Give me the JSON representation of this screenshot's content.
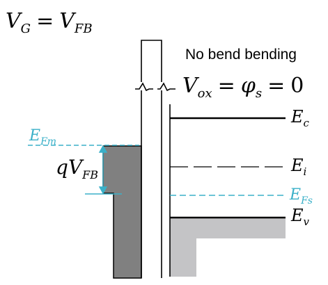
{
  "condition": {
    "lhs": "V",
    "lhs_sub": "G",
    "eq": "=",
    "rhs": "V",
    "rhs_sub": "FB"
  },
  "annotation": {
    "text": "No bend bending"
  },
  "oxide_voltage": {
    "v": "V",
    "v_sub": "ox",
    "eq1": "=",
    "phi": "φ",
    "phi_sub": "s",
    "eq2": "=",
    "zero": "0"
  },
  "levels": {
    "ec": {
      "symbol": "E",
      "sub": "c"
    },
    "ei": {
      "symbol": "E",
      "sub": "i"
    },
    "efs": {
      "symbol": "E",
      "sub": "Fs"
    },
    "ev": {
      "symbol": "E",
      "sub": "v"
    },
    "efm": {
      "symbol": "E",
      "sub": "Fm"
    }
  },
  "flatband_voltage": {
    "q": "q",
    "v": "V",
    "sub": "FB"
  },
  "colors": {
    "metal_fill": "#808080",
    "semiconductor_fill": "#c4c4c6",
    "fermi_level": "#3ab0c8",
    "line": "#000000"
  }
}
